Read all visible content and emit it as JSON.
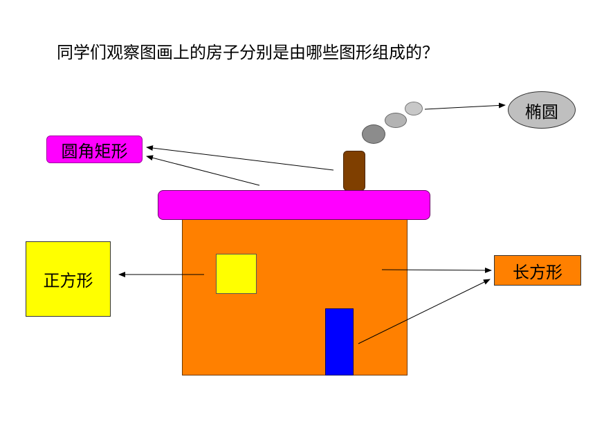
{
  "question": "同学们观察图画上的房子分别是由哪些图形组成的？",
  "labels": {
    "rounded_rect": "圆角矩形",
    "ellipse": "椭圆",
    "square": "正方形",
    "rectangle": "长方形"
  },
  "colors": {
    "roof": "#ff00ff",
    "wall": "#ff8000",
    "window": "#ffff00",
    "door": "#0000ff",
    "chimney": "#7f3f00",
    "smoke_large": "#8c8c8c",
    "smoke_medium": "#b3b3b3",
    "smoke_small": "#c8c8c8",
    "label_rounded_rect_bg": "#ff00ff",
    "label_ellipse_bg": "#bfbfbf",
    "label_square_bg": "#ffff00",
    "label_rectangle_bg": "#ff8000"
  }
}
